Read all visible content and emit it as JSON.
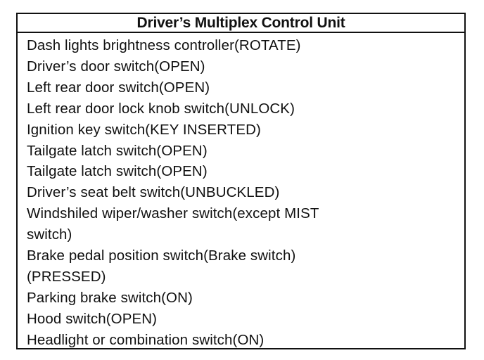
{
  "table": {
    "title": "Driver’s Multiplex Control Unit",
    "rows": [
      "Dash lights brightness controller(ROTATE)",
      "Driver’s door switch(OPEN)",
      "Left rear door switch(OPEN)",
      "Left rear door lock knob switch(UNLOCK)",
      "Ignition key switch(KEY INSERTED)",
      "Tailgate latch switch(OPEN)",
      "Tailgate latch switch(OPEN)",
      "Driver’s seat belt switch(UNBUCKLED)",
      "Windshiled wiper/washer switch(except MIST",
      "switch)",
      "Brake pedal position switch(Brake switch)",
      "(PRESSED)",
      "Parking brake switch(ON)",
      "Hood switch(OPEN)",
      "Headlight or combination switch(ON)"
    ]
  }
}
